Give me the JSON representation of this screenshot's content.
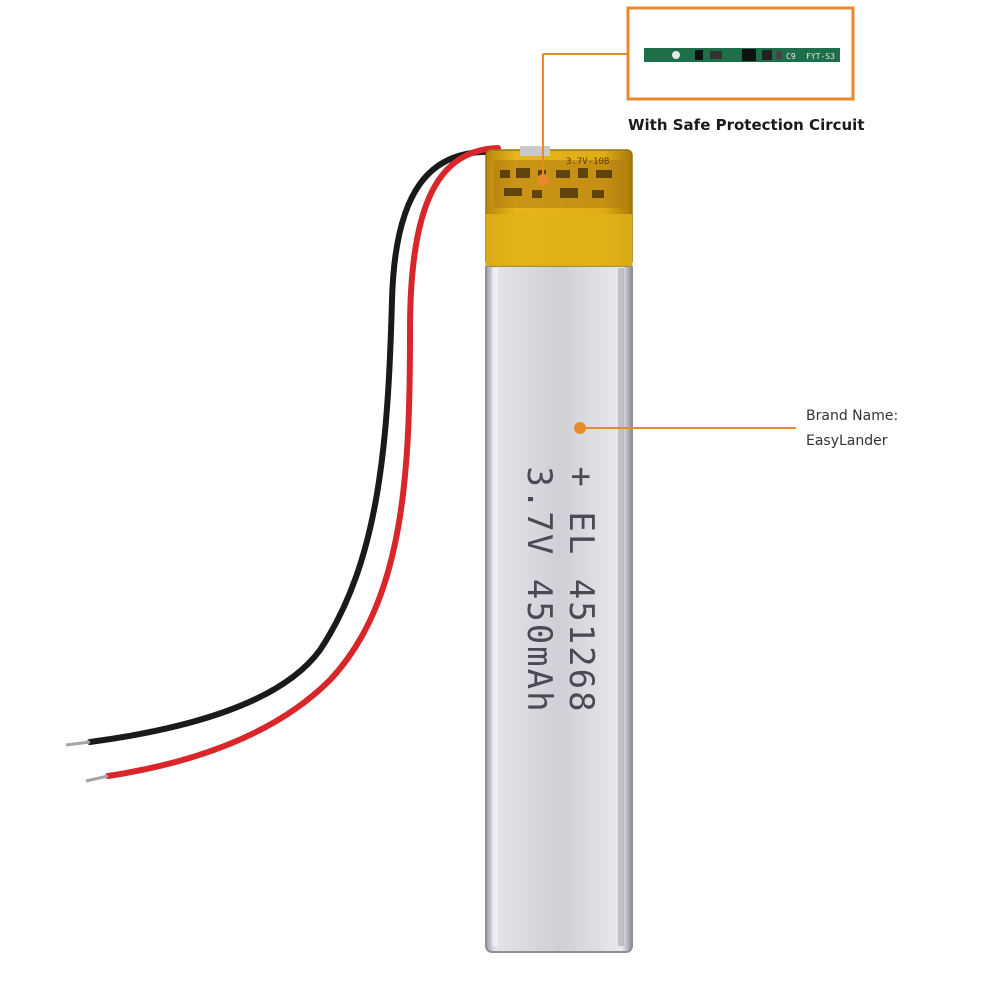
{
  "callouts": {
    "protection": {
      "caption": "With Safe Protection Circuit",
      "board_labels": [
        "C9",
        "FYT-S3"
      ]
    },
    "brand": {
      "line1": "Brand Name:",
      "line2": "EasyLander"
    }
  },
  "battery": {
    "top_label": "3.7V-10B",
    "printed_lines": [
      "+ EL 451268",
      "3.7V 450mAh"
    ]
  },
  "colors": {
    "accent": "#e88a2c",
    "cell_silver": "#c9cacf",
    "tape_yellow": "#d9a614",
    "pcb_green": "#1f6e4a",
    "wire_red": "#d8262b",
    "wire_black": "#1a1a1a"
  }
}
